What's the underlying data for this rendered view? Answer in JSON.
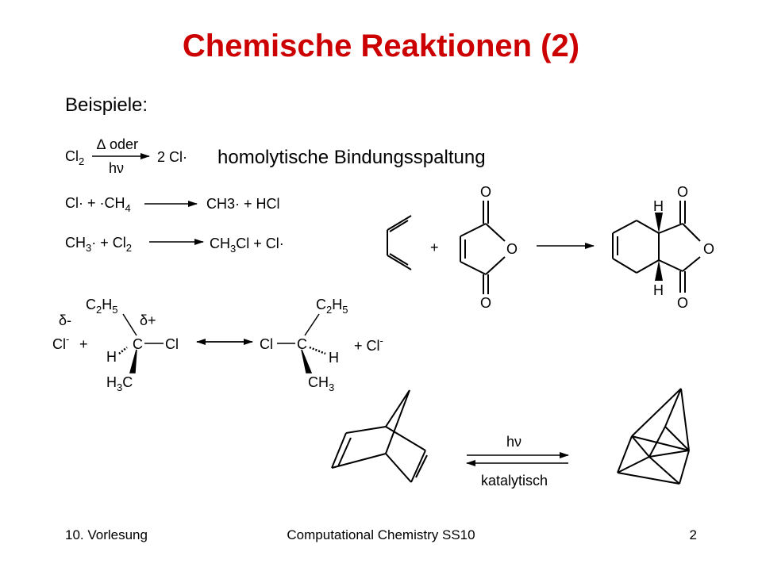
{
  "slide": {
    "title": "Chemische Reaktionen (2)",
    "subtitle": "Beispiele:",
    "homolytic_label": "homolytische Bindungsspaltung"
  },
  "reactions": {
    "r1": {
      "reactant_main": "Cl",
      "reactant_sub": "2",
      "condition_top": "∆ oder",
      "condition_bottom": "hν",
      "product": "2 Cl·"
    },
    "r2": {
      "left": "Cl· + ·CH",
      "left_sub": "4",
      "right": "CH3· + HCl"
    },
    "r3": {
      "left_a": "CH",
      "left_a_sub": "3",
      "left_b": "· + Cl",
      "left_b_sub": "2",
      "right_a": "CH",
      "right_a_sub": "3",
      "right_b": "Cl + Cl·"
    },
    "diels_alder": {
      "plus": "+",
      "o_top": "O",
      "o_ring": "O",
      "o_bottom": "O",
      "p_o_top": "O",
      "p_o_ring": "O",
      "p_o_bottom": "O",
      "h_top": "H",
      "h_bottom": "H"
    },
    "sn2": {
      "delta_minus": "δ-",
      "delta_plus": "δ+",
      "cl_minus": "Cl",
      "cl_minus_sup": "-",
      "plus1": "+",
      "c2h5_a": "C",
      "c2h5_a_s1": "2",
      "c2h5_a_h": "H",
      "c2h5_a_s2": "5",
      "h_left": "H",
      "c_left": "C",
      "cl_right": "Cl",
      "h3c_h": "H",
      "h3c_sub": "3",
      "h3c_c": "C",
      "cl_left2": "Cl",
      "c_right": "C",
      "h_right": "H",
      "c2h5_b": "C",
      "c2h5_b_s1": "2",
      "c2h5_b_h": "H",
      "c2h5_b_s2": "5",
      "ch3_c": "CH",
      "ch3_sub": "3",
      "plus_cl": "+ Cl",
      "plus_cl_sup": "-"
    },
    "photo": {
      "condition_top": "hν",
      "condition_bottom": "katalytisch"
    }
  },
  "footer": {
    "left": "10. Vorlesung",
    "center": "Computational Chemistry SS10",
    "right": "2"
  },
  "colors": {
    "title": "#cc0000"
  }
}
